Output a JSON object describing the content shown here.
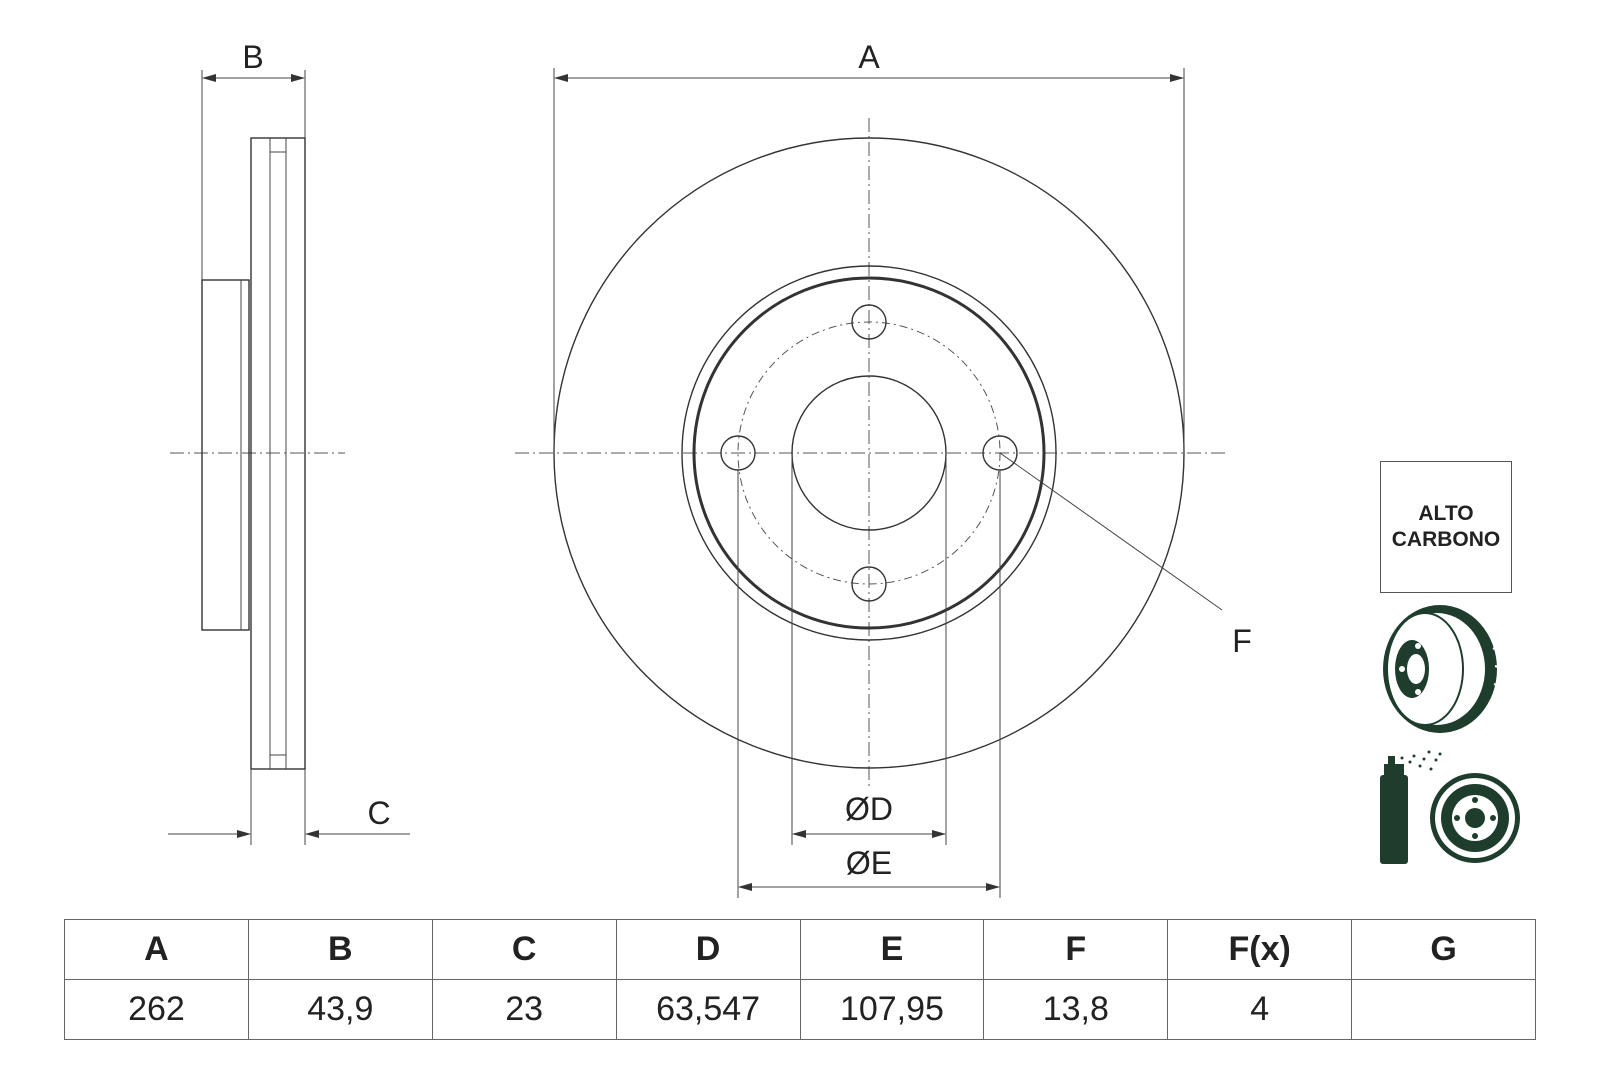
{
  "diagram": {
    "labels": {
      "A": "A",
      "B": "B",
      "C": "C",
      "D": "ØD",
      "E": "ØE",
      "F": "F"
    },
    "badge": {
      "line1": "ALTO",
      "line2": "CARBONO"
    },
    "icons": [
      "brake-disc-icon",
      "spray-coating-icon"
    ]
  },
  "specs": {
    "headers": [
      "A",
      "B",
      "C",
      "D",
      "E",
      "F",
      "F(x)",
      "G"
    ],
    "values": [
      "262",
      "43,9",
      "23",
      "63,547",
      "107,95",
      "13,8",
      "4",
      ""
    ]
  }
}
